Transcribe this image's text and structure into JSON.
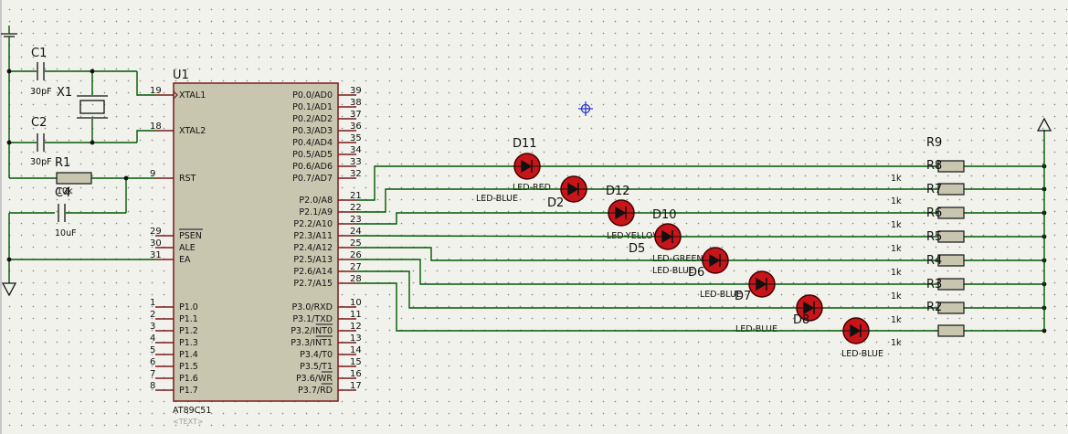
{
  "colors": {
    "wire": "#005800",
    "led": "#c8151a",
    "chip_fill": "#c9c6b0",
    "pin": "#7a1a1a"
  },
  "chip": {
    "ref": "U1",
    "part": "AT89C51",
    "text_placeholder": "<TEXT>",
    "left_pins": [
      {
        "num": "19",
        "name": "XTAL1"
      },
      {
        "num": "18",
        "name": "XTAL2"
      },
      {
        "num": "9",
        "name": "RST"
      },
      {
        "num": "29",
        "name": "PSEN"
      },
      {
        "num": "30",
        "name": "ALE"
      },
      {
        "num": "31",
        "name": "EA"
      },
      {
        "num": "1",
        "name": "P1.0"
      },
      {
        "num": "2",
        "name": "P1.1"
      },
      {
        "num": "3",
        "name": "P1.2"
      },
      {
        "num": "4",
        "name": "P1.3"
      },
      {
        "num": "5",
        "name": "P1.4"
      },
      {
        "num": "6",
        "name": "P1.5"
      },
      {
        "num": "7",
        "name": "P1.6"
      },
      {
        "num": "8",
        "name": "P1.7"
      }
    ],
    "right_pins": [
      {
        "num": "39",
        "name": "P0.0/AD0"
      },
      {
        "num": "38",
        "name": "P0.1/AD1"
      },
      {
        "num": "37",
        "name": "P0.2/AD2"
      },
      {
        "num": "36",
        "name": "P0.3/AD3"
      },
      {
        "num": "35",
        "name": "P0.4/AD4"
      },
      {
        "num": "34",
        "name": "P0.5/AD5"
      },
      {
        "num": "33",
        "name": "P0.6/AD6"
      },
      {
        "num": "32",
        "name": "P0.7/AD7"
      },
      {
        "num": "21",
        "name": "P2.0/A8"
      },
      {
        "num": "22",
        "name": "P2.1/A9"
      },
      {
        "num": "23",
        "name": "P2.2/A10"
      },
      {
        "num": "24",
        "name": "P2.3/A11"
      },
      {
        "num": "25",
        "name": "P2.4/A12"
      },
      {
        "num": "26",
        "name": "P2.5/A13"
      },
      {
        "num": "27",
        "name": "P2.6/A14"
      },
      {
        "num": "28",
        "name": "P2.7/A15"
      },
      {
        "num": "10",
        "name": "P3.0/RXD"
      },
      {
        "num": "11",
        "name": "P3.1/TXD"
      },
      {
        "num": "12",
        "name": "P3.2/INT0"
      },
      {
        "num": "13",
        "name": "P3.3/INT1"
      },
      {
        "num": "14",
        "name": "P3.4/T0"
      },
      {
        "num": "15",
        "name": "P3.5/T1"
      },
      {
        "num": "16",
        "name": "P3.6/WR"
      },
      {
        "num": "17",
        "name": "P3.7/RD"
      }
    ]
  },
  "parts": {
    "c1_ref": "C1",
    "c1_val": "30pF",
    "c2_ref": "C2",
    "c2_val": "30pF",
    "x1_ref": "X1",
    "r1_ref": "R1",
    "r1_val": "10k",
    "c4_ref": "C4",
    "c4_val": "10uF"
  },
  "leds": [
    {
      "ref": "D11",
      "type": "LED-RED"
    },
    {
      "ref": "D2",
      "type": "LED-BLUE"
    },
    {
      "ref": "D12",
      "type": "LED-YELLOW"
    },
    {
      "ref": "D10",
      "type": "LED-GREEN"
    },
    {
      "ref": "D5",
      "type": "LED-BLUE"
    },
    {
      "ref": "D6",
      "type": "LED-BLUE"
    },
    {
      "ref": "D7",
      "type": "LED-BLUE"
    },
    {
      "ref": "D8",
      "type": "LED-BLUE"
    }
  ],
  "resistors": [
    {
      "ref": "R9",
      "val": "1k"
    },
    {
      "ref": "R8",
      "val": "1k"
    },
    {
      "ref": "R7",
      "val": "1k"
    },
    {
      "ref": "R6",
      "val": "1k"
    },
    {
      "ref": "R5",
      "val": "1k"
    },
    {
      "ref": "R4",
      "val": "1k"
    },
    {
      "ref": "R3",
      "val": "1k"
    },
    {
      "ref": "R2",
      "val": "1k"
    }
  ]
}
